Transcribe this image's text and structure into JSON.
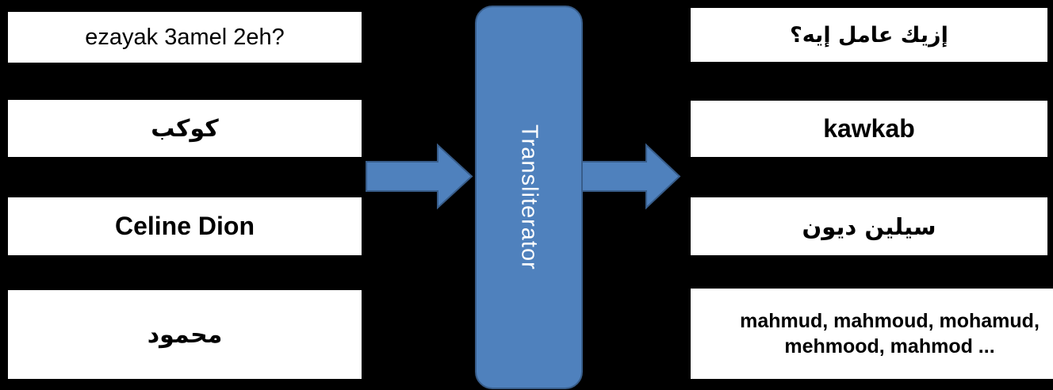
{
  "diagram": {
    "center": {
      "label": "Transliterator"
    },
    "left_items": [
      {
        "text": "ezayak 3amel 2eh?"
      },
      {
        "text": "كوكب"
      },
      {
        "text": "Celine Dion"
      },
      {
        "text": "محمود"
      }
    ],
    "right_items": [
      {
        "text": "إزيك عامل إيه؟"
      },
      {
        "text": "kawkab"
      },
      {
        "text": "سيلين ديون"
      },
      {
        "text": "mahmud, mahmoud, mohamud, mehmood, mahmod ..."
      }
    ],
    "icons": {
      "flow_arrow": "right-block-arrow"
    },
    "colors": {
      "background": "#000000",
      "box_fill": "#ffffff",
      "box_text": "#000000",
      "accent_fill": "#4f81bd",
      "accent_border": "#385d8a",
      "center_text": "#ffffff"
    }
  }
}
